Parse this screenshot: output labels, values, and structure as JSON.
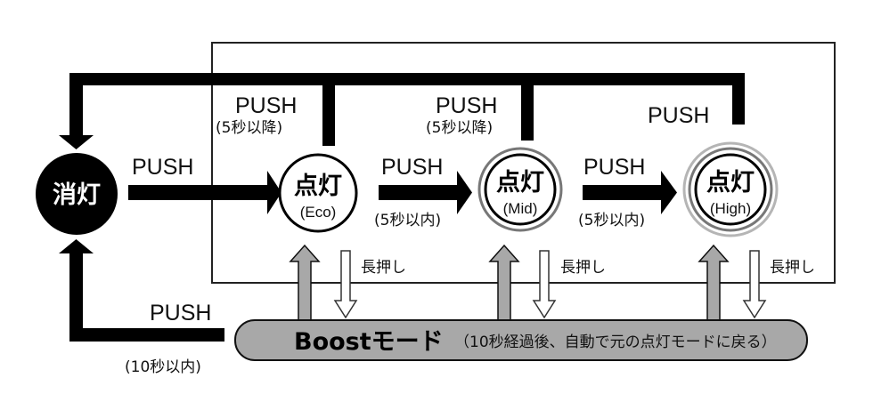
{
  "nodes": {
    "off": {
      "label": "消灯"
    },
    "eco": {
      "label": "点灯",
      "mode": "(Eco)"
    },
    "mid": {
      "label": "点灯",
      "mode": "(Mid)"
    },
    "high": {
      "label": "点灯",
      "mode": "(High)"
    }
  },
  "edges": {
    "off_to_eco": "PUSH",
    "eco_to_mid": "PUSH",
    "eco_to_mid_cond": "(5秒以内)",
    "mid_to_high": "PUSH",
    "mid_to_high_cond": "(5秒以内)",
    "eco_to_off": "PUSH",
    "eco_to_off_cond": "(5秒以降)",
    "mid_to_off": "PUSH",
    "mid_to_off_cond": "(5秒以降)",
    "high_to_off": "PUSH",
    "boost_to_off": "PUSH",
    "boost_to_off_cond": "(10秒以内)",
    "long_press": [
      "長押し",
      "長押し",
      "長押し"
    ]
  },
  "boost": {
    "title": "Boostモード",
    "note": "（10秒経過後、自動で元の点灯モードに戻る）"
  },
  "colors": {
    "black": "#000000",
    "gray": "#a8a8a8",
    "ring": "#777777",
    "ring_light": "#b5b5b5"
  }
}
